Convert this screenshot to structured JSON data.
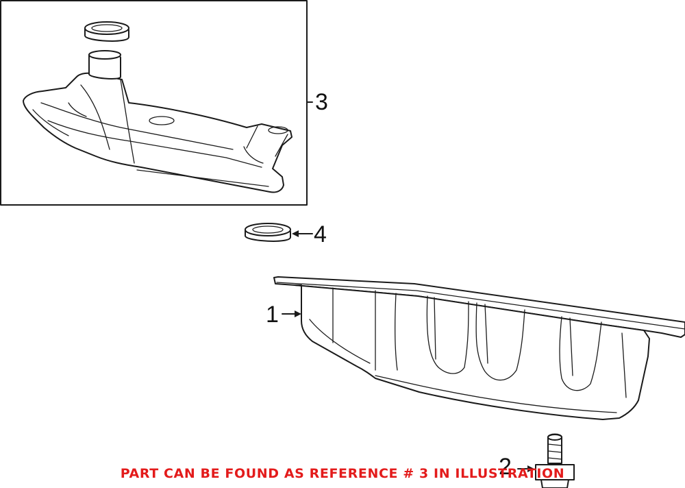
{
  "callouts": {
    "part1": "1",
    "part2": "2",
    "part3": "3",
    "part4": "4"
  },
  "note": {
    "text": "PART CAN BE FOUND AS REFERENCE # 3 IN ILLUSTRATION",
    "color": "#e31b1b"
  }
}
